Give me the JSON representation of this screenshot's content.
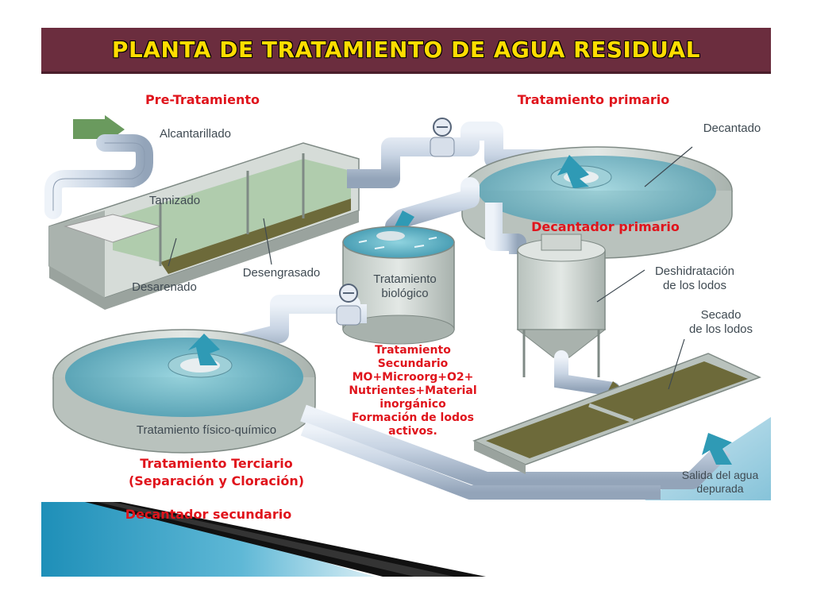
{
  "title": "PLANTA DE TRATAMIENTO DE AGUA RESIDUAL",
  "section_labels": {
    "pre": "Pre-Tratamiento",
    "primary": "Tratamiento primario",
    "primary_settler": "Decantador primario",
    "secondary_lines": [
      "Tratamiento",
      "Secundario",
      "MO+Microorg+O2+",
      "Nutrientes+Material",
      "inorgánico",
      "Formación de lodos",
      "activos."
    ],
    "tertiary_line1": "Tratamiento Terciario",
    "tertiary_line2": "(Separación y Cloración)",
    "secondary_settler": "Decantador secundario"
  },
  "diagram_labels": {
    "sewer": "Alcantarillado",
    "screening": "Tamizado",
    "grit": "Desarenado",
    "degreasing": "Desengrasado",
    "settled": "Decantado",
    "bio_line1": "Tratamiento",
    "bio_line2": "biológico",
    "dehydration_line1": "Deshidratación",
    "dehydration_line2": "de los lodos",
    "drying_line1": "Secado",
    "drying_line2": "de los lodos",
    "physchem": "Tratamiento físico-químico",
    "outlet_line1": "Salida del agua",
    "outlet_line2": "depurada"
  },
  "colors": {
    "title_bg": "#6b2d3e",
    "title_text": "#ffdd00",
    "label_red": "#e0141c",
    "pipe": "#c9d5e4",
    "water": "#5cb3c9",
    "concrete": "#c7cdc8",
    "sludge": "#6d6a3a"
  }
}
